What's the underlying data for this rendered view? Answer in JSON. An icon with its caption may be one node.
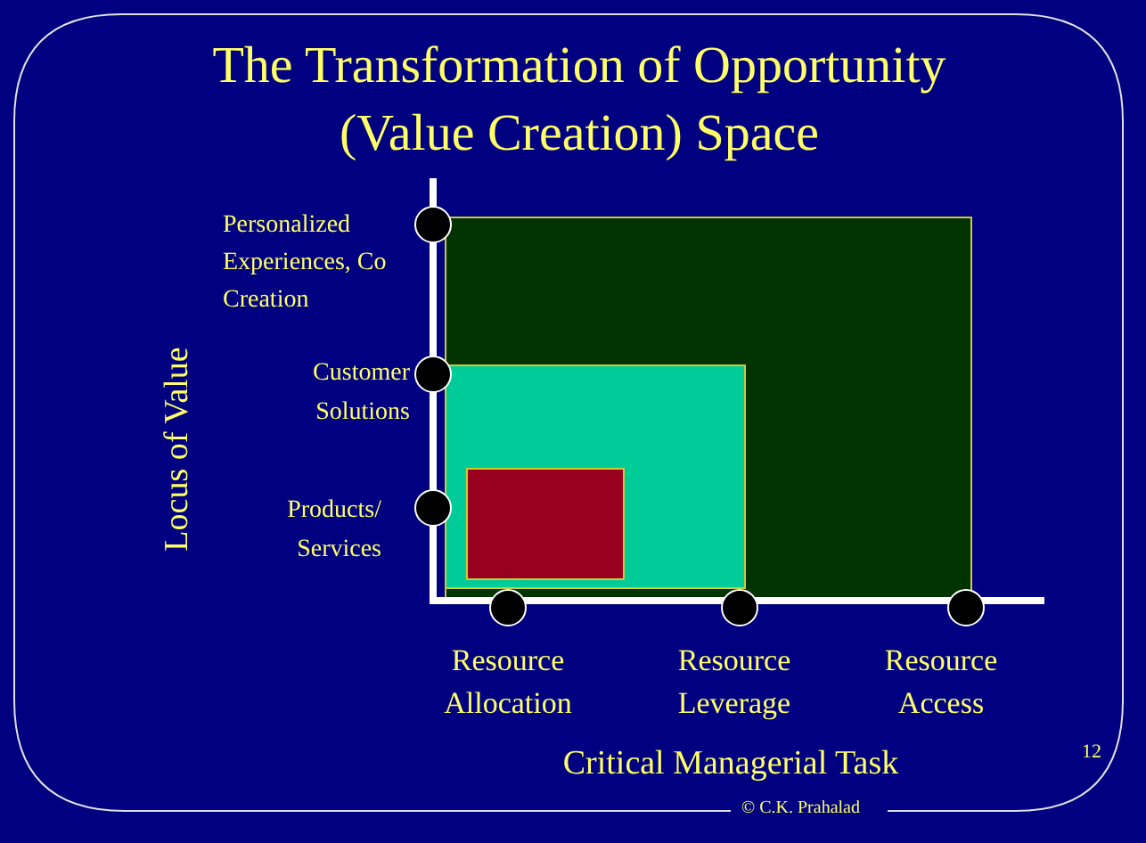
{
  "diagram": {
    "title": "The Transformation of Opportunity (Value Creation) Space",
    "labels": [
      "Personalized Experiences, Co Creation",
      "Customer Solutions",
      "Products/ Services",
      "Locus of Value",
      "Resource Allocation",
      "Resource Leverage",
      "Resource Access",
      "Critical Managerial Task",
      "12",
      "© C.K. Prahalad"
    ]
  }
}
